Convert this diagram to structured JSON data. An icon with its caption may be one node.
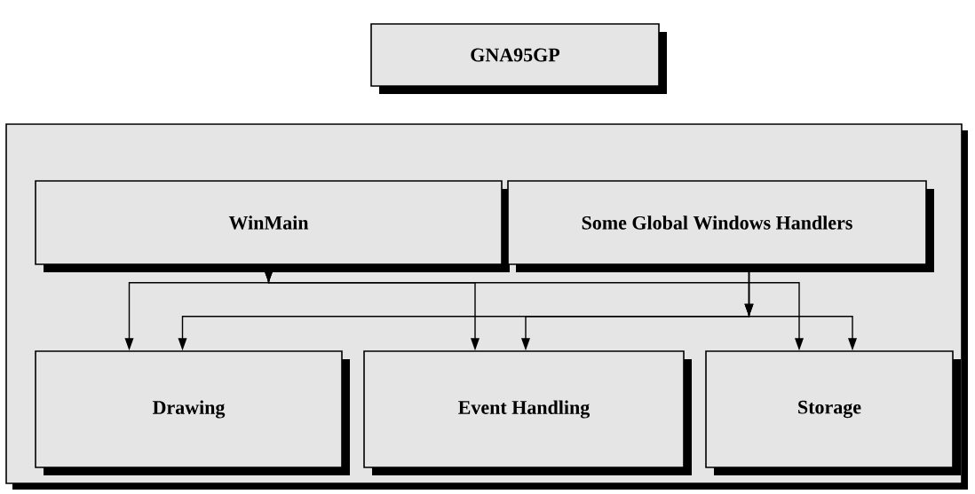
{
  "diagram": {
    "nodes": [
      {
        "text": [
          "GNA95GP"
        ]
      },
      {
        "text": [],
        "shape": "box"
      },
      {
        "text": [
          "WinMain"
        ],
        "in": 1
      },
      {
        "text": [
          "Some Global Windows Handlers"
        ],
        "in": 1
      },
      {
        "text": [
          "Drawing"
        ],
        "in": 1
      },
      {
        "text": [
          "Event Handling"
        ],
        "in": 1
      },
      {
        "text": [
          "Storage"
        ],
        "in": 1
      }
    ],
    "edges": [
      {
        "from": 2,
        "to": 4,
        "arrow": "to"
      },
      {
        "from": 2,
        "to": 5,
        "arrow": "to"
      },
      {
        "from": 2,
        "to": 6,
        "arrow": "to"
      },
      {
        "from": 3,
        "to": 4,
        "arrow": "to"
      },
      {
        "from": 3,
        "to": 5,
        "arrow": "to"
      },
      {
        "from": 3,
        "to": 6,
        "arrow": "to"
      }
    ]
  }
}
